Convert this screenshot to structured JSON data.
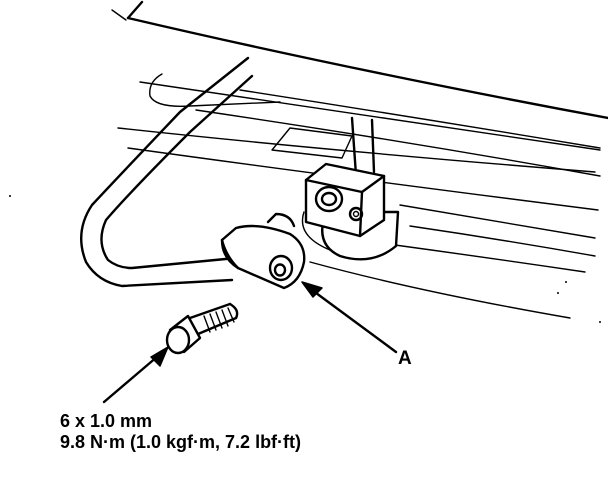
{
  "callouts": {
    "part_label": "A",
    "bolt_size": "6 x 1.0 mm",
    "bolt_torque": "9.8 N·m (1.0 kgf·m, 7.2 lbf·ft)"
  }
}
